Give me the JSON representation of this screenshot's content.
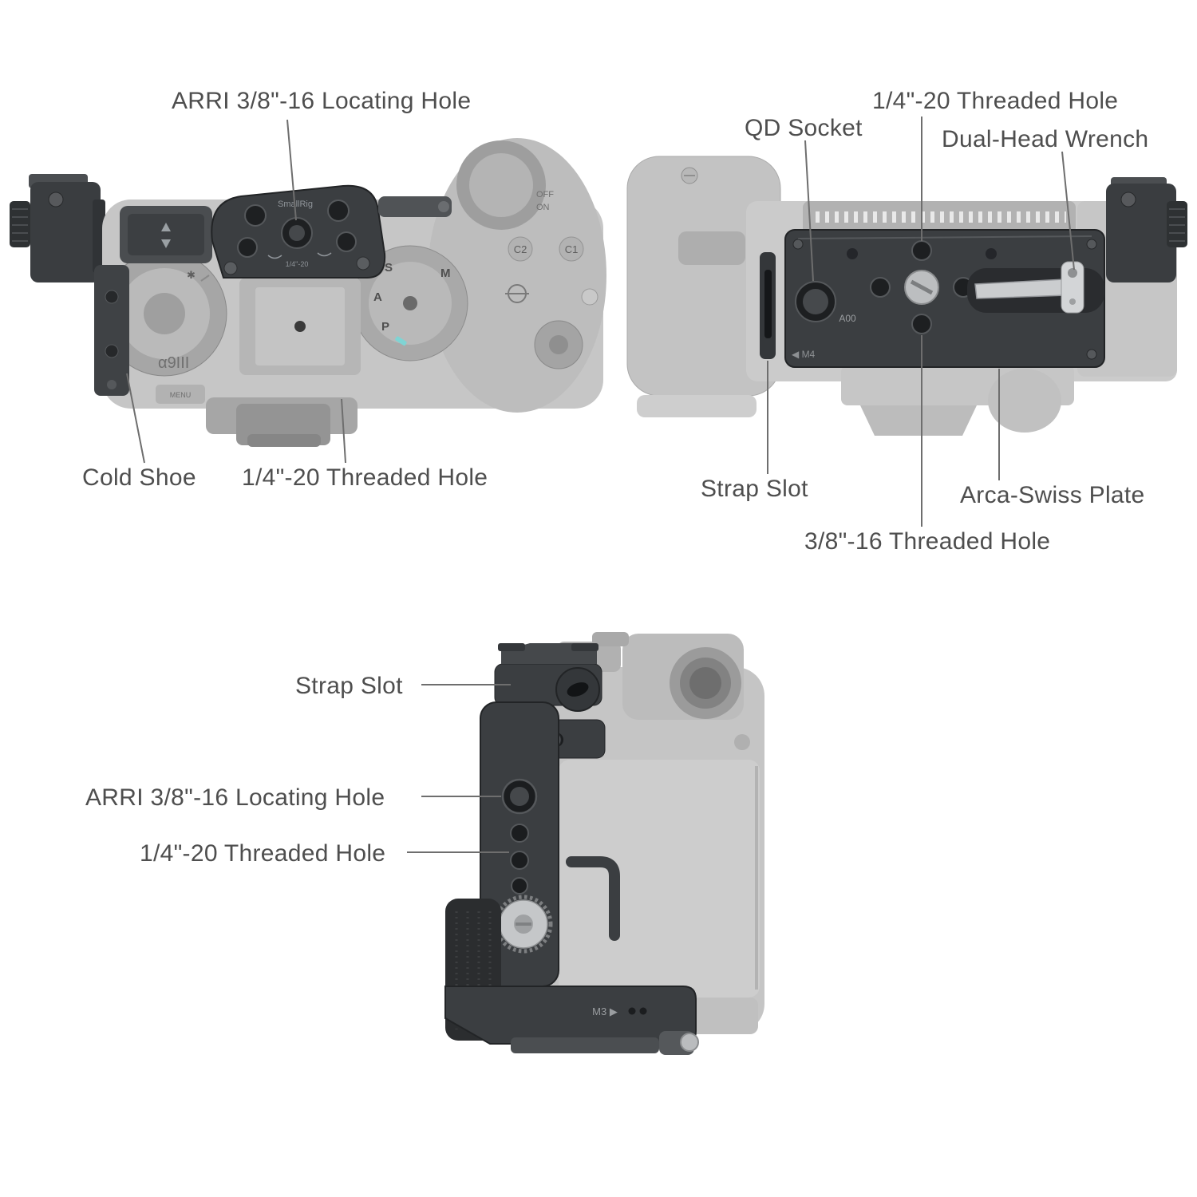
{
  "page": {
    "title": "Camera cage feature callout diagram",
    "background": "#ffffff"
  },
  "colors": {
    "label": "#4e4e4e",
    "leader_line": "#6e6e6e",
    "cage_dark": "#3b3e41",
    "ghost_gray": "#c6c6c6",
    "silver": "#c5c7c9",
    "teal_accent": "#7fd4d4"
  },
  "views": {
    "top": {
      "name": "Top view with cage",
      "callouts": {
        "arri_hole": "ARRI 3/8\"-16 Locating Hole",
        "cold_shoe": "Cold Shoe",
        "quarter_hole": "1/4\"-20 Threaded Hole"
      },
      "engravings": {
        "brand": "SmallRig",
        "thread": "1/4\"-20",
        "model": "α9III",
        "menu": "MENU",
        "c1": "C1",
        "c2": "C2",
        "off": "OFF",
        "on": "ON",
        "mode_m": "M",
        "mode_s": "S",
        "mode_a": "A",
        "mode_p": "P"
      }
    },
    "bottom": {
      "name": "Bottom view with baseplate",
      "callouts": {
        "qd_socket": "QD Socket",
        "quarter_hole": "1/4\"-20 Threaded Hole",
        "wrench": "Dual-Head Wrench",
        "strap_slot": "Strap Slot",
        "arca_plate": "Arca-Swiss Plate",
        "three_eighth_hole": "3/8\"-16 Threaded Hole"
      },
      "engravings": {
        "plate_code": "A00",
        "m4": "◀ M4"
      }
    },
    "side": {
      "name": "Side view with cage plate",
      "callouts": {
        "strap_slot": "Strap Slot",
        "arri_hole": "ARRI 3/8\"-16 Locating Hole",
        "quarter_hole": "1/4\"-20 Threaded Hole"
      },
      "engravings": {
        "m3": "M3 ▶"
      }
    }
  }
}
